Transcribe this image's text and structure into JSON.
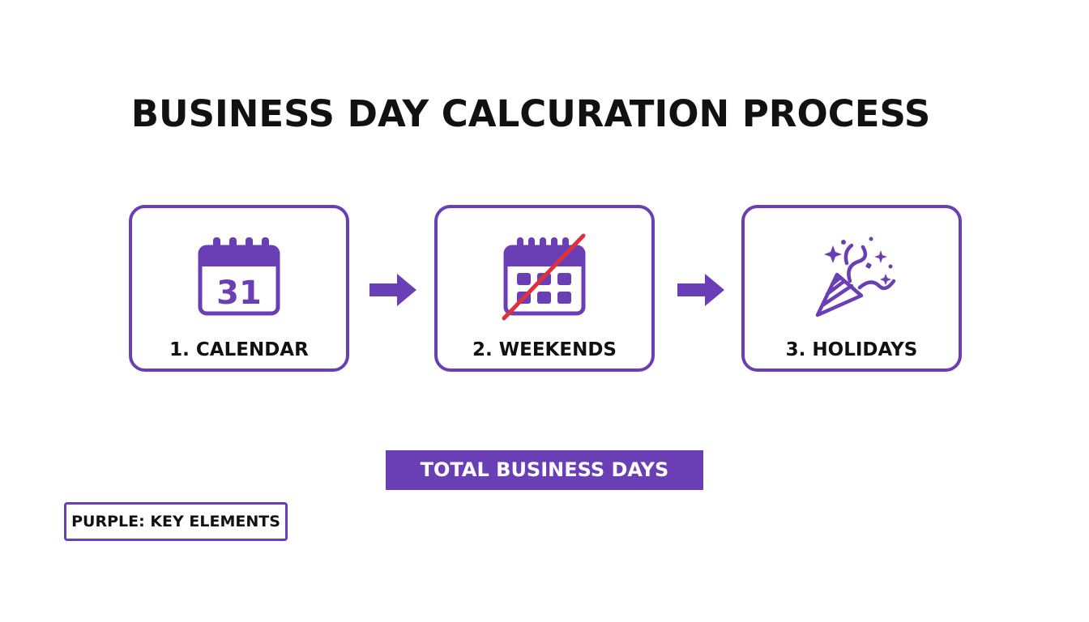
{
  "title": "BUSINESS DAY CALCURATION PROCESS",
  "steps": [
    {
      "label": "1. CALENDAR",
      "icon": "calendar-icon",
      "icon_text": "31"
    },
    {
      "label": "2. WEEKENDS",
      "icon": "crossed-calendar-icon"
    },
    {
      "label": "3. HOLIDAYS",
      "icon": "party-popper-icon"
    }
  ],
  "connectors": [
    "arrow-right-icon",
    "arrow-right-icon"
  ],
  "result": {
    "label": "TOTAL BUSINESS DAYS"
  },
  "legend": {
    "label": "PURPLE: KEY ELEMENTS"
  },
  "colors": {
    "accent": "#6a3fb5",
    "strike": "#e0303a",
    "text": "#111111",
    "background": "#ffffff"
  }
}
